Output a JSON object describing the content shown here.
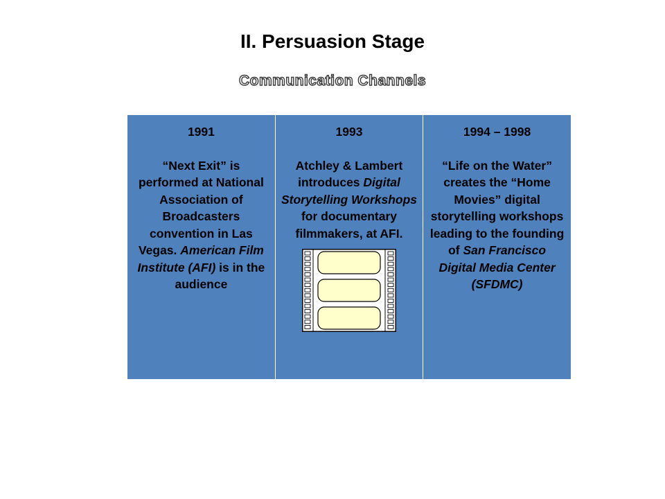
{
  "slide": {
    "title": "II. Persuasion Stage",
    "subtitle": "Communication Channels"
  },
  "timeline": [
    {
      "year": "1991",
      "segments": [
        {
          "text": "“Next Exit” is performed at National Association of Broadcasters convention in Las Vegas. ",
          "italic": false
        },
        {
          "text": "American Film Institute (AFI)",
          "italic": true
        },
        {
          "text": " is in the audience",
          "italic": false
        }
      ]
    },
    {
      "year": "1993",
      "segments": [
        {
          "text": "Atchley & Lambert introduces ",
          "italic": false
        },
        {
          "text": "Digital Storytelling Workshops",
          "italic": true
        },
        {
          "text": " for documentary filmmakers, at AFI.",
          "italic": false
        }
      ],
      "icon": "film-strip-icon"
    },
    {
      "year": "1994 – 1998",
      "segments": [
        {
          "text": "“Life on the Water” creates the “Home Movies” digital storytelling workshops leading to the founding of ",
          "italic": false
        },
        {
          "text": "San Francisco Digital Media Center (SFDMC)",
          "italic": true
        }
      ]
    }
  ],
  "colors": {
    "table_fill": "#4f81bd",
    "film_frame_fill": "#ffffcc",
    "subtitle_outline": "#3a3a3a"
  }
}
